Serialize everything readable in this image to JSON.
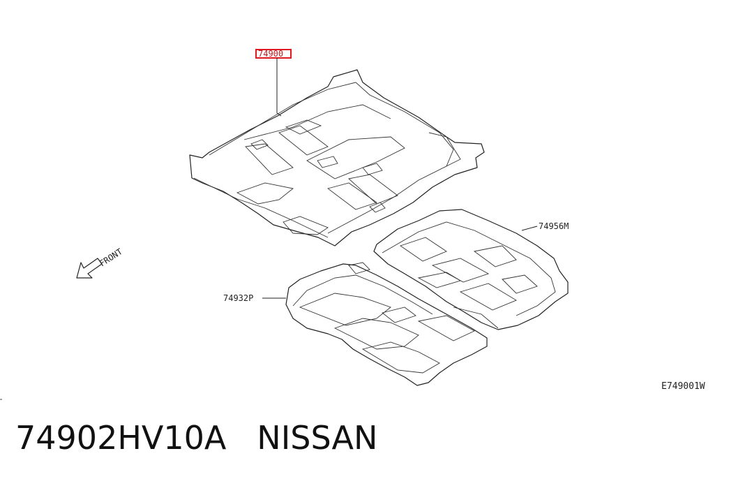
{
  "diagram": {
    "callouts": {
      "main_part": "74900",
      "rear_part": "74956M",
      "front_part": "74932P",
      "figure_code": "E749001W"
    },
    "front_label": "FRONT",
    "highlight_color": "#e0191e"
  },
  "caption": {
    "part_number": "74902HV10A",
    "brand": "NISSAN"
  }
}
